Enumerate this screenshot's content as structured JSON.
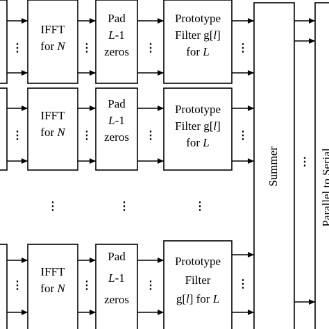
{
  "rows": [
    {
      "ifft": {
        "lines": [
          "IFFT",
          "for ",
          "N"
        ]
      },
      "pad": {
        "lines": [
          "Pad",
          "L",
          "-1",
          "zeros"
        ]
      },
      "proto": {
        "lines": [
          "Prototype",
          "Filter g[",
          "l",
          "]",
          "for ",
          "L"
        ]
      }
    },
    {
      "ifft": {
        "lines": [
          "IFFT",
          "for ",
          "N"
        ]
      },
      "pad": {
        "lines": [
          "Pad",
          "L",
          "-1",
          "zeros"
        ]
      },
      "proto": {
        "lines": [
          "Prototype",
          "Filter g[",
          "l",
          "]",
          "for ",
          "L"
        ]
      }
    },
    {
      "ifft": {
        "lines": [
          "IFFT",
          "for ",
          "N"
        ]
      },
      "pad": {
        "lines": [
          "Pad",
          "L",
          "-1",
          "zeros"
        ]
      },
      "proto": {
        "lines": [
          "Prototype",
          "Filter",
          "g[",
          "l",
          "] for ",
          "L"
        ]
      }
    }
  ],
  "summer_label": "Summer",
  "p2s_label": "Parallel to Serial",
  "ellipsis": "⋮"
}
